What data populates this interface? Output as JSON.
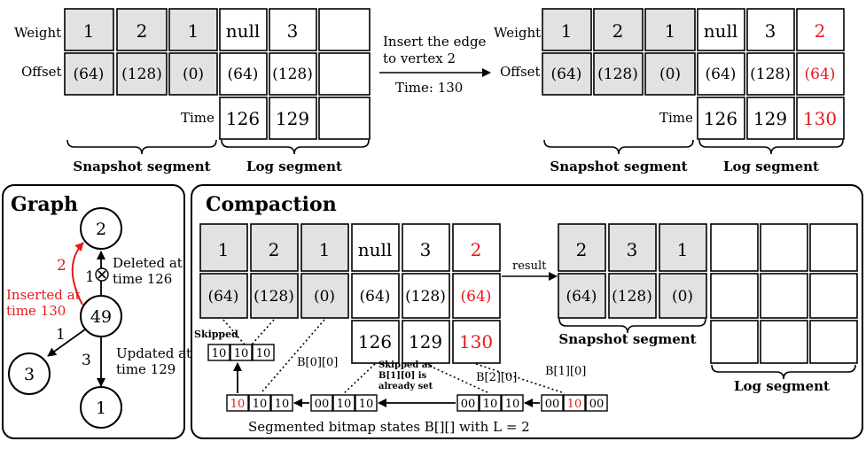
{
  "top_left": {
    "row_labels": {
      "weight": "Weight",
      "offset": "Offset",
      "time": "Time"
    },
    "snapshot_weights": [
      "1",
      "2",
      "1"
    ],
    "snapshot_offsets": [
      "(64)",
      "(128)",
      "(0)"
    ],
    "log_weights": [
      "null",
      "3",
      ""
    ],
    "log_offsets": [
      "(64)",
      "(128)",
      ""
    ],
    "log_times": [
      "126",
      "129",
      ""
    ],
    "snapshot_label": "Snapshot segment",
    "log_label": "Log segment"
  },
  "arrow_note": {
    "line1": "Insert the edge",
    "line2": "to vertex 2",
    "time": "Time: 130"
  },
  "top_right": {
    "row_labels": {
      "weight": "Weight",
      "offset": "Offset",
      "time": "Time"
    },
    "snapshot_weights": [
      "1",
      "2",
      "1"
    ],
    "snapshot_offsets": [
      "(64)",
      "(128)",
      "(0)"
    ],
    "log_weights": [
      "null",
      "3",
      "2"
    ],
    "log_offsets": [
      "(64)",
      "(128)",
      "(64)"
    ],
    "log_times": [
      "126",
      "129",
      "130"
    ],
    "snapshot_label": "Snapshot segment",
    "log_label": "Log segment"
  },
  "graph": {
    "title": "Graph",
    "nodes": {
      "top": "2",
      "center": "49",
      "left": "3",
      "bottom": "1"
    },
    "edges": {
      "deleted_weight": "1",
      "inserted_weight": "2",
      "left_weight": "1",
      "bottom_weight": "3"
    },
    "notes": {
      "deleted": [
        "Deleted at",
        "time 126"
      ],
      "inserted": [
        "Inserted at",
        "time 130"
      ],
      "updated": [
        "Updated at",
        "time 129"
      ]
    }
  },
  "compaction": {
    "title": "Compaction",
    "weights": [
      "1",
      "2",
      "1",
      "null",
      "3",
      "2"
    ],
    "offsets": [
      "(64)",
      "(128)",
      "(0)",
      "(64)",
      "(128)",
      "(64)"
    ],
    "times": [
      "126",
      "129",
      "130"
    ],
    "result_label": "result",
    "result_weights": [
      "2",
      "3",
      "1"
    ],
    "result_offsets": [
      "(64)",
      "(128)",
      "(0)"
    ],
    "snapshot_label": "Snapshot segment",
    "log_label": "Log segment",
    "skipped_label": "Skipped",
    "skipped_as": [
      "Skipped as",
      "B[1][0] is",
      "already set"
    ],
    "b00": "B[0][0]",
    "b20": "B[2][0]",
    "b10": "B[1][0]",
    "bitmaps": {
      "top": [
        "10",
        "10",
        "10"
      ],
      "b0": [
        "10",
        "10",
        "10"
      ],
      "b1": [
        "00",
        "10",
        "10"
      ],
      "b2": [
        "00",
        "10",
        "10"
      ],
      "b3": [
        "00",
        "10",
        "00"
      ]
    },
    "caption": "Segmented bitmap states B[][] with L = 2"
  }
}
